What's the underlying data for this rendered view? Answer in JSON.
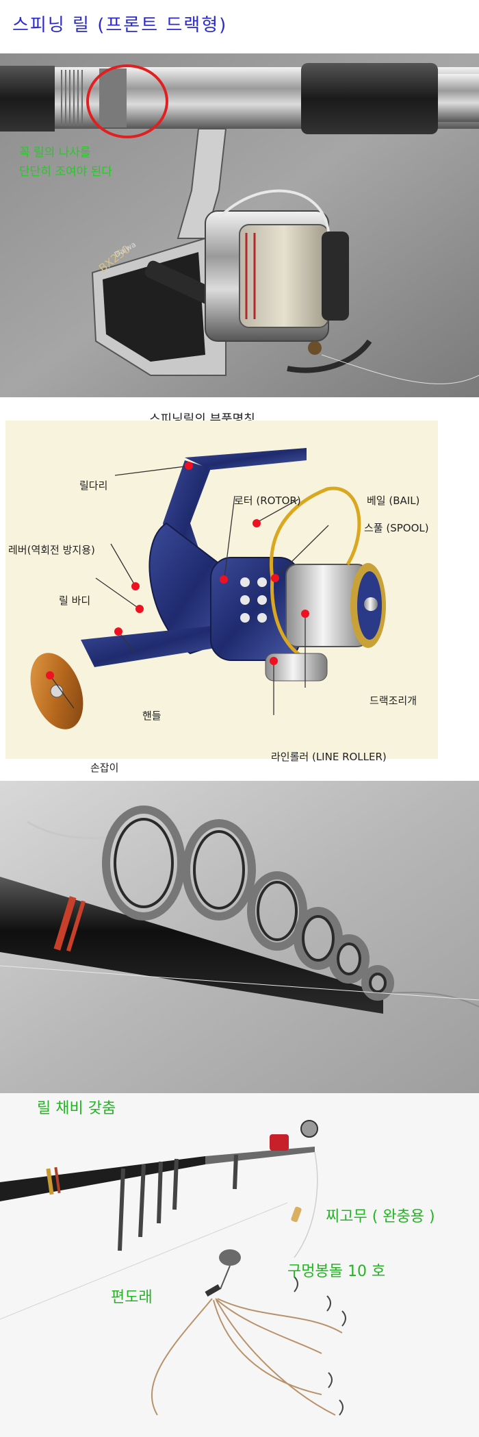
{
  "section1": {
    "title": "스피닝 릴 (프론트 드랙형)",
    "note_line1": "꼭 릴의 나사를",
    "note_line2": "단단히 조여야 된다",
    "reel_brand": "Daiwa",
    "reel_model": "BX250"
  },
  "section2": {
    "title": "스피닝릴의 부품명칭",
    "parts": {
      "reel_foot": "릴다리",
      "rotor": "로터 (ROTOR)",
      "bail": "베일 (BAIL)",
      "spool": "스풀 (SPOOL)",
      "lever": "레버(역회전 방지용)",
      "reel_body": "릴 바디",
      "handle": "핸들",
      "knob": "손잡이",
      "drag_knob": "드랙조리개",
      "line_roller": "라인롤러 (LINE ROLLER)"
    }
  },
  "section4": {
    "title": "릴 채비 갖춤",
    "float_stopper": "찌고무 ( 완충용 )",
    "sinker": "구멍봉돌 10 호",
    "rig": "편도래"
  },
  "colors": {
    "title_blue": "#2a2ad0",
    "note_green": "#22cc22",
    "rig_green": "#22b422",
    "marker_red": "#ee1122",
    "label_dark": "#222222"
  }
}
